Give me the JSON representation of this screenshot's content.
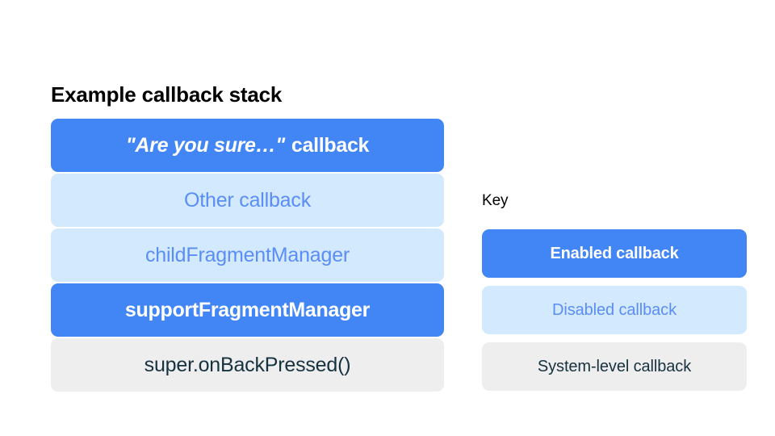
{
  "diagram": {
    "background_color": "#ffffff",
    "palette": {
      "enabled_fill": "#4285f4",
      "enabled_text": "#ffffff",
      "disabled_fill": "#d3e9fd",
      "disabled_text": "#5b8df6",
      "system_fill": "#eeeeee",
      "system_text": "#16313f",
      "title_text": "#000000"
    }
  },
  "stack": {
    "title": "Example callback stack",
    "items": [
      {
        "label": "\"Are you sure…\" callback",
        "quoted_part": "\"Are you sure…\"",
        "plain_part": "callback",
        "type": "enabled"
      },
      {
        "label": "Other callback",
        "type": "disabled"
      },
      {
        "label": "childFragmentManager",
        "type": "disabled"
      },
      {
        "label": "supportFragmentManager",
        "type": "enabled"
      },
      {
        "label": "super.onBackPressed()",
        "type": "system"
      }
    ]
  },
  "key": {
    "title": "Key",
    "items": [
      {
        "label": "Enabled callback",
        "type": "enabled"
      },
      {
        "label": "Disabled callback",
        "type": "disabled"
      },
      {
        "label": "System-level callback",
        "type": "system"
      }
    ]
  }
}
